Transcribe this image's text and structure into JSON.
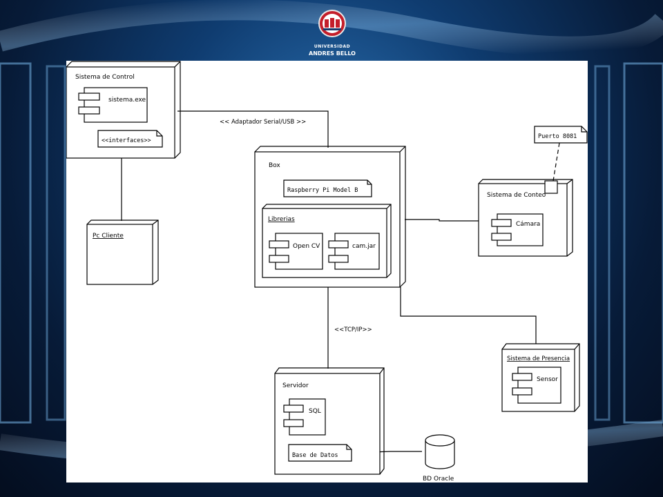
{
  "logo": {
    "line1": "UNIVERSIDAD",
    "line2": "ANDRES BELLO"
  },
  "diagram": {
    "nodes": {
      "sistema_control": {
        "title": "Sistema de Control",
        "component": "sistema.exe",
        "note": "<<interfaces>>"
      },
      "pc_cliente": {
        "title": "Pc Cliente"
      },
      "box": {
        "title": "Box",
        "note": "Raspberry Pi Model B",
        "librerias": "Librerias",
        "comp1": "Open CV",
        "comp2": "cam.jar"
      },
      "sistema_conteo": {
        "title": "Sistema de Conteo",
        "component": "Cámara",
        "port_note": "Puerto 8081"
      },
      "sistema_presencia": {
        "title": "Sistema de Presencia",
        "component": "Sensor"
      },
      "servidor": {
        "title": "Servidor",
        "component": "SQL",
        "note": "Base de Datos"
      },
      "database": {
        "label": "BD Oracle"
      }
    },
    "connectors": {
      "serial": "<< Adaptador Serial/USB >>",
      "tcp": "<<TCP/IP>>"
    }
  },
  "colors": {
    "background": "#0f3c70",
    "diagram_bg": "#ffffff",
    "stroke": "#000000"
  }
}
